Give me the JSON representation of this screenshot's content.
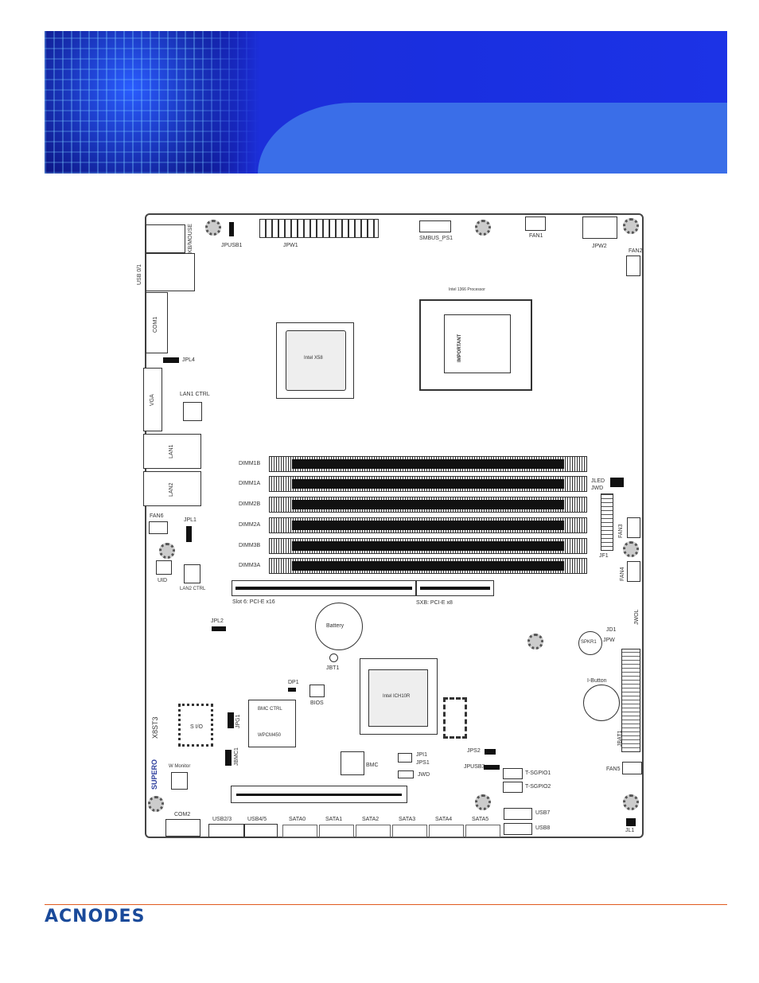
{
  "header": {
    "brand_color": "#1c33e6"
  },
  "board": {
    "kbmouse": "KB/MOUSE",
    "usb01": "USB 0/1",
    "com1": "COM1",
    "vga": "VGA",
    "lan1": "LAN1",
    "lan2": "LAN2",
    "jusb1": "JPUSB1",
    "jpw1": "JPW1",
    "smbus": "SMBUS_PS1",
    "fan1": "FAN1",
    "jpw2": "JPW2",
    "fan2": "FAN2",
    "cpu": "Intel 1366 Processor",
    "cpu_warn": "IMPORTANT",
    "x58": "Intel X58",
    "jpl4": "JPL4",
    "lan1ctrl": "LAN1 CTRL",
    "dimms": [
      "DIMM1B",
      "DIMM1A",
      "DIMM2B",
      "DIMM2A",
      "DIMM3B",
      "DIMM3A"
    ],
    "jled": "JLED",
    "jwd": "JWD",
    "jf1": "JF1",
    "fan3": "FAN3",
    "fan4": "FAN4",
    "fan6": "FAN6",
    "jpl1": "JPL1",
    "uid": "UID",
    "lan2ctrl": "LAN2 CTRL",
    "slot6": "Slot 6: PCI-E x16",
    "slot5": "SXB: PCI-E x8",
    "jpl2": "JPL2",
    "battery": "Battery",
    "jbt1": "JBT1",
    "jd1": "JD1",
    "jpw": "JPW",
    "spkr": "SPKR1",
    "jwol": "JWOL",
    "ibutton": "I-Button",
    "jbatt": "JBAT1",
    "dp1": "DP1",
    "bios": "BIOS",
    "ich": "Intel ICH10R",
    "sio": "S I/O",
    "jpg1": "JPG1",
    "bmc": "BMC CTRL",
    "wpcm": "WPCM450",
    "jpmc": "JBMC1",
    "model": "X8ST3",
    "brand": "SUPERO",
    "hwmon": "W Monitor",
    "bmc_lbl": "BMC",
    "jpi": "JPI1",
    "jps1": "JPS1",
    "jwd2": "JWD",
    "jps2": "JPS2",
    "jpusb": "JPUSB3",
    "tsgpio1": "T-SGPIO1",
    "tsgpio2": "T-SGPIO2",
    "fan5": "FAN5",
    "com2": "COM2",
    "usb23": "USB2/3",
    "usb45": "USB4/5",
    "sata": [
      "SATA0",
      "SATA1",
      "SATA2",
      "SATA3",
      "SATA4",
      "SATA5"
    ],
    "usb7": "USB7",
    "usb8": "USB8",
    "jl1": "JL1"
  },
  "footer": {
    "logo": "ACNODES",
    "rule_color": "#e05a1e"
  }
}
